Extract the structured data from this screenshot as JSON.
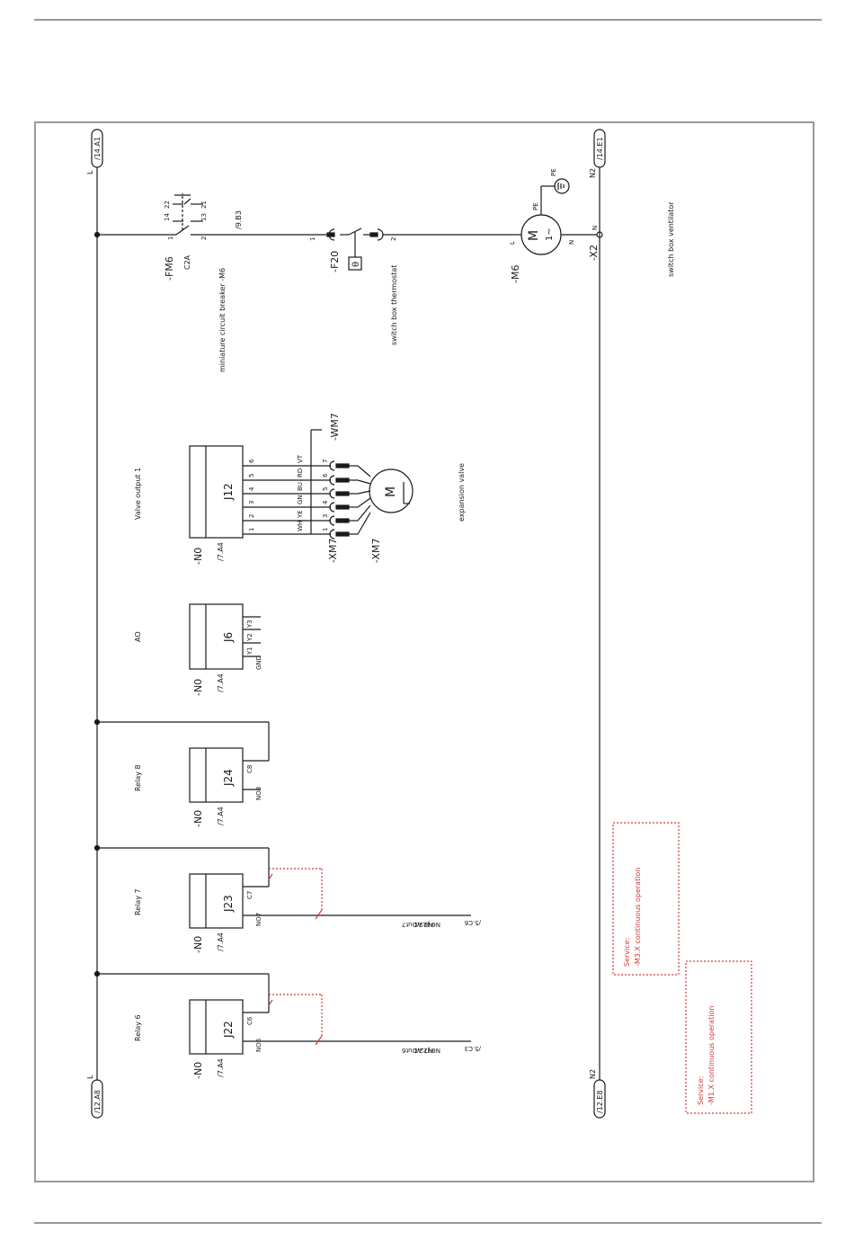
{
  "colors": {
    "line": "#1a1a1a",
    "service": "#d23a3a",
    "frame": "#9a9a9a"
  },
  "refs": {
    "l_top": "/14.A1",
    "n2_top": "/14.E1",
    "l_bot": "/12.A8",
    "n2_bot": "/12.E8"
  },
  "rails": {
    "l": "L",
    "n2": "N2"
  },
  "fm6": {
    "tag": "-FM6",
    "rating": "C2A",
    "desc": "miniature circuit breaker -M6",
    "pins": [
      "1",
      "2",
      "13",
      "14",
      "21",
      "22"
    ],
    "ref": "/9.B3"
  },
  "f20": {
    "tag": "-F20",
    "pin1": "1",
    "pin2": "2",
    "theta": "θ",
    "desc": "switch box thermostat"
  },
  "m6": {
    "tag": "-M6",
    "m": "M",
    "phase": "1~",
    "l": "L",
    "n": "N",
    "pe": "PE",
    "pe_top": "PE",
    "desc": "switch box ventilator"
  },
  "x2": {
    "tag": "-X2",
    "n": "N"
  },
  "j12": {
    "name": "J12",
    "no": "-N0",
    "ref": "/7.A4",
    "label": "Valve output 1",
    "pins": [
      "6",
      "5",
      "4",
      "3",
      "2",
      "1"
    ],
    "colors": [
      "VT",
      "RD",
      "BU",
      "GN",
      "YE",
      "WH"
    ],
    "xm7_pins": [
      "7",
      "6",
      "5",
      "4",
      "3",
      "1"
    ],
    "xm7_a": "-XM7",
    "xm7_b": "-XM7",
    "wm7": "-WM7",
    "motor": "M",
    "desc": "expansion valve"
  },
  "j6": {
    "name": "J6",
    "no": "-N0",
    "ref": "/7.A4",
    "label": "AO",
    "pins": [
      "Y3",
      "Y2",
      "Y1",
      "GND"
    ]
  },
  "j24": {
    "name": "J24",
    "no": "-N0",
    "ref": "/7.A4",
    "label": "Relay 8",
    "c": "C8",
    "n": "NO8"
  },
  "j23": {
    "name": "J23",
    "no": "-N0",
    "ref": "/7.A4",
    "label": "Relay 7",
    "c": "C7",
    "n": "NO7",
    "out1": "-N8:A1",
    "out2": "N0-J23/Out7",
    "out_ref": "/5.C6"
  },
  "j22": {
    "name": "J22",
    "no": "-N0",
    "ref": "/7.A4",
    "label": "Relay 6",
    "c": "C6",
    "n": "NO6",
    "out1": "-N7:A1",
    "out2": "N0-J22/Out6",
    "out_ref": "/5.C3"
  },
  "service1": {
    "title": "Service:",
    "text": "-M3.X continuous operation"
  },
  "service2": {
    "title": "Service:",
    "text": "-M1.X continuous operation"
  }
}
